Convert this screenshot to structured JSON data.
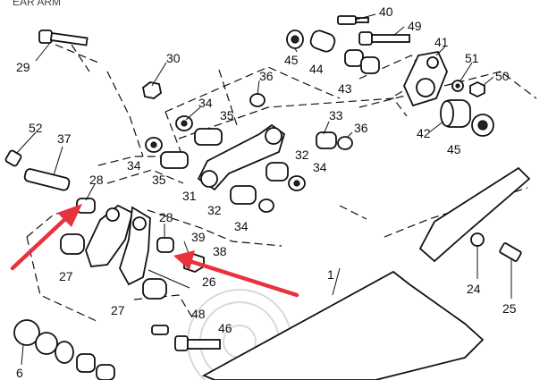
{
  "header": {
    "text": "EAR ARM"
  },
  "labels": [
    {
      "id": "40",
      "text": "40"
    },
    {
      "id": "49",
      "text": "49"
    },
    {
      "id": "45a",
      "text": "45"
    },
    {
      "id": "44",
      "text": "44"
    },
    {
      "id": "41",
      "text": "41"
    },
    {
      "id": "43",
      "text": "43"
    },
    {
      "id": "51",
      "text": "51"
    },
    {
      "id": "50",
      "text": "50"
    },
    {
      "id": "29",
      "text": "29"
    },
    {
      "id": "30",
      "text": "30"
    },
    {
      "id": "36a",
      "text": "36"
    },
    {
      "id": "34a",
      "text": "34"
    },
    {
      "id": "35a",
      "text": "35"
    },
    {
      "id": "33",
      "text": "33"
    },
    {
      "id": "36b",
      "text": "36"
    },
    {
      "id": "42",
      "text": "42"
    },
    {
      "id": "45b",
      "text": "45"
    },
    {
      "id": "52",
      "text": "52"
    },
    {
      "id": "37",
      "text": "37"
    },
    {
      "id": "34b",
      "text": "34"
    },
    {
      "id": "35b",
      "text": "35"
    },
    {
      "id": "32a",
      "text": "32"
    },
    {
      "id": "34c",
      "text": "34"
    },
    {
      "id": "31",
      "text": "31"
    },
    {
      "id": "32b",
      "text": "32"
    },
    {
      "id": "34d",
      "text": "34"
    },
    {
      "id": "28a",
      "text": "28"
    },
    {
      "id": "28b",
      "text": "28"
    },
    {
      "id": "39",
      "text": "39"
    },
    {
      "id": "38",
      "text": "38"
    },
    {
      "id": "27a",
      "text": "27"
    },
    {
      "id": "26",
      "text": "26"
    },
    {
      "id": "27b",
      "text": "27"
    },
    {
      "id": "24",
      "text": "24"
    },
    {
      "id": "25",
      "text": "25"
    },
    {
      "id": "1",
      "text": "1"
    },
    {
      "id": "48",
      "text": "48"
    },
    {
      "id": "46",
      "text": "46"
    },
    {
      "id": "6",
      "text": "6"
    }
  ],
  "colors": {
    "arrow": "#e8323c",
    "ink": "#111111",
    "watermark": "#d9d9d9"
  },
  "icons": [
    "red-arrow-icon",
    "watermark-logo-icon"
  ]
}
